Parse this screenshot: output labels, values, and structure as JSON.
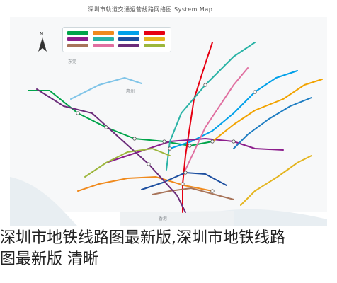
{
  "header": {
    "title": "深圳市轨道交通运营线路网络图 System Map"
  },
  "caption": {
    "line1": "深圳市地铁线路图最新版,深圳市地铁线路",
    "line2": "图最新版 清晰"
  },
  "compass": {
    "label": "N"
  },
  "regions": {
    "dongguan": "东莞",
    "huizhou": "惠州",
    "hongkong": "香港"
  },
  "colors": {
    "bg_land": "#f6f7f8",
    "bg_sea": "#e9eef1",
    "line_1": "#00a44a",
    "line_2": "#f08a1d",
    "line_3": "#00a0e9",
    "line_4": "#e60012",
    "line_5": "#8c1e8c",
    "line_6": "#2ab3a6",
    "line_7": "#1d4fa0",
    "line_8": "#e4b51f",
    "line_9": "#a8745a",
    "line_10": "#e06fa0",
    "line_11": "#6b2c7a",
    "line_12": "#9cb63b",
    "line_14": "#f2a300",
    "line_16": "#1e7dc2",
    "line_20": "#7fc4e8"
  },
  "legend": {
    "rows": [
      "line_1",
      "line_2",
      "line_3",
      "line_4",
      "line_5",
      "line_6",
      "line_7",
      "line_8",
      "line_9",
      "line_10",
      "line_11",
      "line_12"
    ]
  }
}
